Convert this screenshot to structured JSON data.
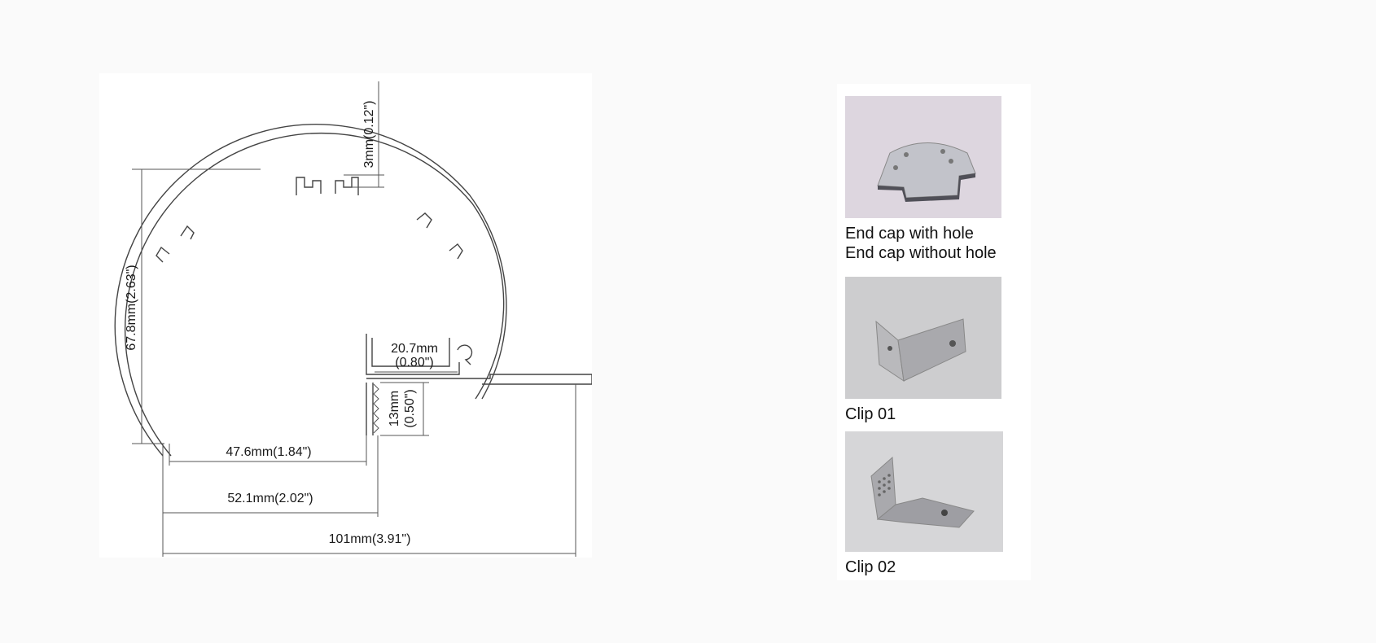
{
  "drawing": {
    "dim_top": "3mm(0.12\")",
    "dim_height": "67.8mm(2.63\")",
    "dim_slot_width_mm": "20.7mm",
    "dim_slot_width_in": "(0.80\")",
    "dim_slot_depth_mm": "13mm",
    "dim_slot_depth_in": "(0.50\")",
    "dim_inner_width": "47.6mm(1.84\")",
    "dim_mid_width": "52.1mm(2.02\")",
    "dim_total_width": "101mm(3.91\")"
  },
  "accessories": {
    "end_cap_label_1": "End cap with hole",
    "end_cap_label_2": "End cap without hole",
    "clip1_label": "Clip 01",
    "clip2_label": "Clip 02"
  },
  "colors": {
    "page_bg": "#fafafa",
    "panel_bg": "#ffffff",
    "line": "#444444"
  }
}
